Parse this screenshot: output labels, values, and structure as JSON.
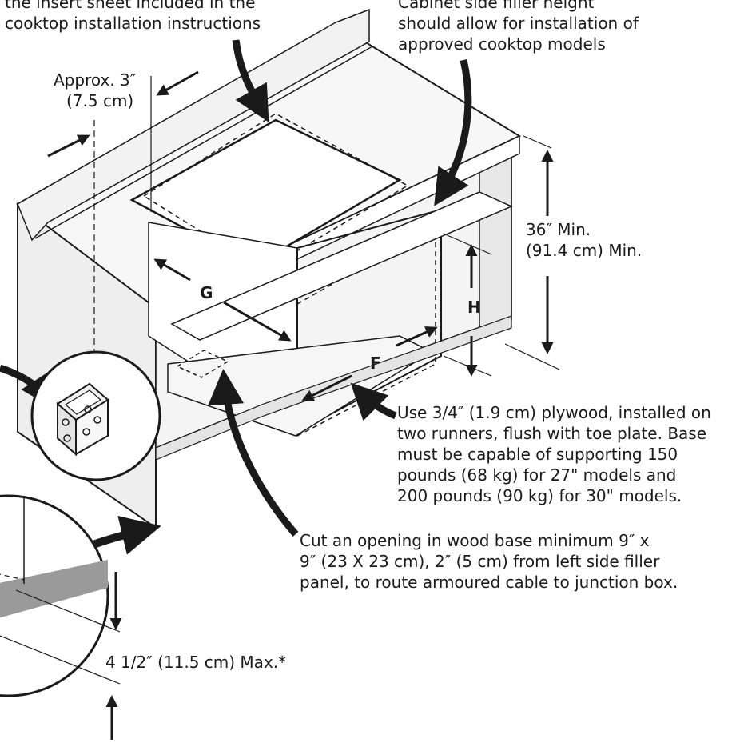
{
  "notes": {
    "top_left": [
      "the insert sheet included in the",
      "cooktop installation instructions"
    ],
    "top_right": [
      "Cabinet side filler height",
      "should allow for installation of",
      "approved cooktop models"
    ],
    "depth": [
      "Approx. 3″",
      "(7.5 cm)"
    ],
    "height": [
      "36″ Min.",
      "(91.4 cm) Min."
    ],
    "plywood": [
      "Use 3/4″ (1.9 cm) plywood, installed on",
      "two runners, flush with toe plate.  Base",
      "must be capable of supporting 150",
      "pounds (68 kg) for 27\" models and",
      "200 pounds (90 kg) for 30\" models."
    ],
    "opening": [
      "Cut an opening in wood base minimum 9″ x",
      "9″ (23 X 23 cm), 2″ (5 cm) from left side filler",
      "panel, to route armoured cable to junction box."
    ],
    "toe": "4 1/2″ (11.5 cm) Max.*"
  },
  "letters": {
    "g": "G",
    "h": "H",
    "f": "F"
  },
  "colors": {
    "line": "#1a1a1a",
    "panel": "#eeeeee",
    "floor": "#9a9a9a",
    "white": "#ffffff"
  }
}
